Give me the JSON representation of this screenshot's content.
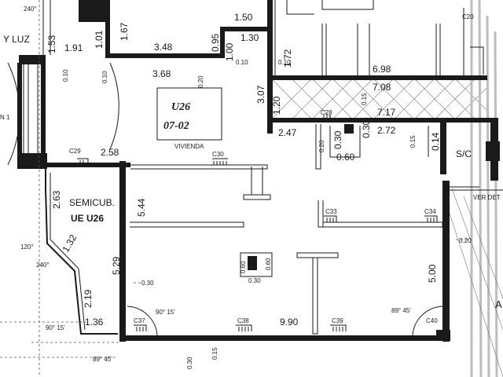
{
  "unit_box": {
    "title": "U26",
    "code": "07-02",
    "subtitle": "VIVIENDA"
  },
  "semicub": {
    "title": "SEMICUB.",
    "subtitle": "UE U26"
  },
  "rooms": {
    "luz": "Y LUZ",
    "sc": "S/C",
    "ver_det": "VER DET",
    "a_letter": "A",
    "n_letter": "N 1"
  },
  "columns": [
    "C20",
    "C28",
    "C29",
    "C30",
    "C33",
    "C34",
    "C37",
    "C38",
    "C39",
    "C40"
  ],
  "dims_big": [
    "1.53",
    "1.01",
    "1.67",
    "1.50",
    "1.30",
    "1.91",
    "3.48",
    "0.95",
    "1.00",
    "3.68",
    "1.72",
    "6.98",
    "7.08",
    "3.07",
    "1.20",
    "7.17",
    "2.72",
    "2.47",
    "0.30",
    "0.30",
    "0.60",
    "0.14",
    "2.58",
    "5.44",
    "2.63",
    "1.32",
    "5.29",
    "2.19",
    "1.36",
    "5.00",
    "9.90"
  ],
  "dims_small": [
    "240°",
    "0.10",
    "0.10",
    "0.10",
    "0.20",
    "0.10",
    "0.15",
    "0.15",
    "0.20",
    "120°",
    "240°",
    "0.30",
    "0.60",
    "0.60",
    "0.30",
    "90° 15'",
    "89° 45'",
    "90° 15'",
    "89° 45'",
    "0.30",
    "0.15",
    "0.20"
  ]
}
